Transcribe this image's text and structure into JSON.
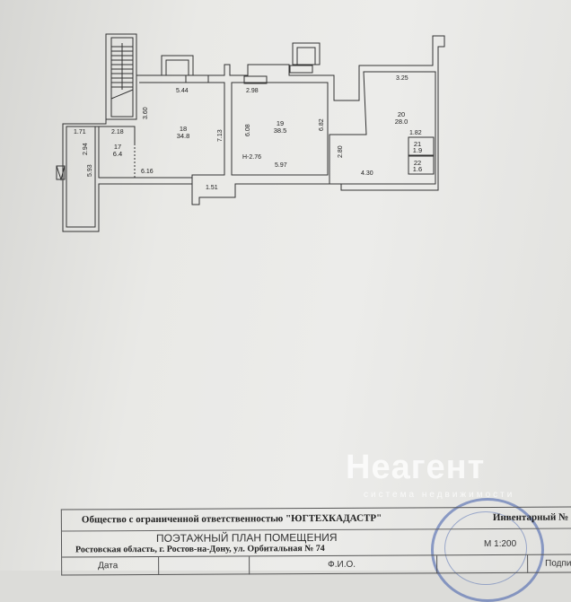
{
  "plan": {
    "rooms": [
      {
        "number": "17",
        "area": "6.4"
      },
      {
        "number": "18",
        "area": "34.8"
      },
      {
        "number": "19",
        "area": "38.5"
      },
      {
        "number": "20",
        "area": "28.0"
      },
      {
        "number": "21",
        "area": "1.9"
      },
      {
        "number": "22",
        "area": "1.6"
      }
    ],
    "dimensions": {
      "d544": "5.44",
      "d298": "2.98",
      "d325": "3.25",
      "d360": "3.60",
      "d713": "7.13",
      "d608": "6.08",
      "d682": "6.82",
      "d171": "1.71",
      "d218": "2.18",
      "d294": "2.94",
      "d182": "1.82",
      "d597": "5.97",
      "d280": "2.80",
      "d616": "6.16",
      "d593": "5.93",
      "d430": "4.30",
      "d151": "1.51"
    },
    "height_label": "Н-2.76"
  },
  "title_block": {
    "company": "Общество с ограниченной ответственностью \"ЮГТЕХКАДАСТР\"",
    "inventory_no": "Инвентарный №",
    "title": "ПОЭТАЖНЫЙ ПЛАН ПОМЕЩЕНИЯ",
    "address": "Ростовская область, г. Ростов-на-Дону, ул. Орбитальная № 74",
    "scale": "М 1:200",
    "date_label": "Дата",
    "name_label": "Ф.И.О.",
    "signature_label": "Подпись"
  },
  "watermark": {
    "brand": "Неагент",
    "tagline": "система недвижимости"
  }
}
